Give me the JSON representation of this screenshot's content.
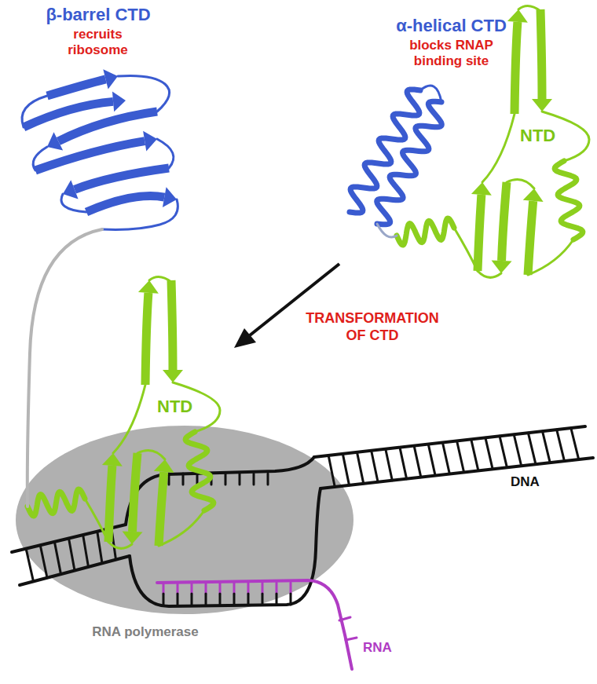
{
  "diagram": {
    "labels": [
      "β-barrel CTD",
      "recruits ribosome",
      "α-helical CTD",
      "blocks RNAP binding site",
      "NTD",
      "TRANSFORMATION OF CTD",
      "NTD",
      "DNA",
      "RNA polymerase",
      "RNA"
    ]
  }
}
